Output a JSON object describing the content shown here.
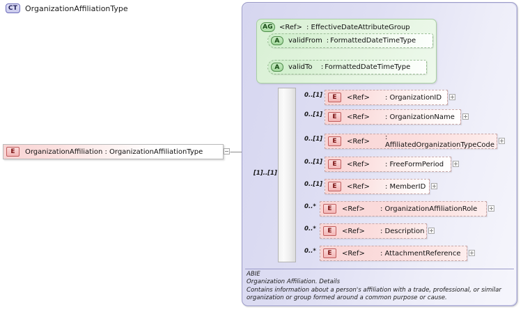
{
  "diagram": {
    "kind": "xsd-schema-diagram",
    "root_element": {
      "icon": "element-badge",
      "badge": "E",
      "label": "OrganizationAffiliation : OrganizationAffiliationType",
      "expander": "minus"
    },
    "complex_type": {
      "badge": "CT",
      "title": "OrganizationAffiliationType",
      "cardinality": "[1]..[1]",
      "attribute_group": {
        "badge": "AG",
        "ref": "<Ref>",
        "separator": ":",
        "name": "EffectiveDateAttributeGroup",
        "attributes": [
          {
            "badge": "A",
            "name": "validFrom",
            "separator": ":",
            "type": "FormattedDateTimeType"
          },
          {
            "badge": "A",
            "name": "validTo  ",
            "separator": ":",
            "type": "FormattedDateTimeType"
          }
        ]
      },
      "compositor": "sequence",
      "elements": [
        {
          "badge": "E",
          "ref": "<Ref>",
          "separator": ":",
          "name": "OrganizationID",
          "cardinality": "0..[1]",
          "expander": "plus"
        },
        {
          "badge": "E",
          "ref": "<Ref>",
          "separator": ":",
          "name": "OrganizationName",
          "cardinality": "0..[1]",
          "expander": "plus"
        },
        {
          "badge": "E",
          "ref": "<Ref>",
          "separator": ":",
          "name": "AffiliatedOrganizationTypeCode",
          "cardinality": "0..[1]",
          "expander": "plus"
        },
        {
          "badge": "E",
          "ref": "<Ref>",
          "separator": ":",
          "name": "FreeFormPeriod",
          "cardinality": "0..[1]",
          "expander": "plus"
        },
        {
          "badge": "E",
          "ref": "<Ref>",
          "separator": ":",
          "name": "MemberID",
          "cardinality": "0..[1]",
          "expander": "plus"
        },
        {
          "badge": "E",
          "ref": "<Ref>",
          "separator": ":",
          "name": "OrganizationAffiliationRole",
          "cardinality": "0..*",
          "expander": "plus"
        },
        {
          "badge": "E",
          "ref": "<Ref>",
          "separator": ":",
          "name": "Description",
          "cardinality": "0..*",
          "expander": "plus"
        },
        {
          "badge": "E",
          "ref": "<Ref>",
          "separator": ":",
          "name": "AttachmentReference",
          "cardinality": "0..*",
          "expander": "plus"
        }
      ],
      "annotation": "ABIE\nOrganization Affiliation. Details\nContains information about a person's affiliation with a trade, professional, or similar\norganization or group formed around a common purpose or cause."
    }
  },
  "colors": {
    "container_fill": "#dcdcf2",
    "container_border": "#9a9ac8",
    "attribute_group_fill": "#dcf2d8",
    "attribute_group_border": "#a8cfa2",
    "element_fill": "#f8d3d3",
    "element_border": "#c8a8a8",
    "element_badge": "#f3b6b6",
    "sequence_bar": "#ededed",
    "canvas": "#ffffff"
  }
}
